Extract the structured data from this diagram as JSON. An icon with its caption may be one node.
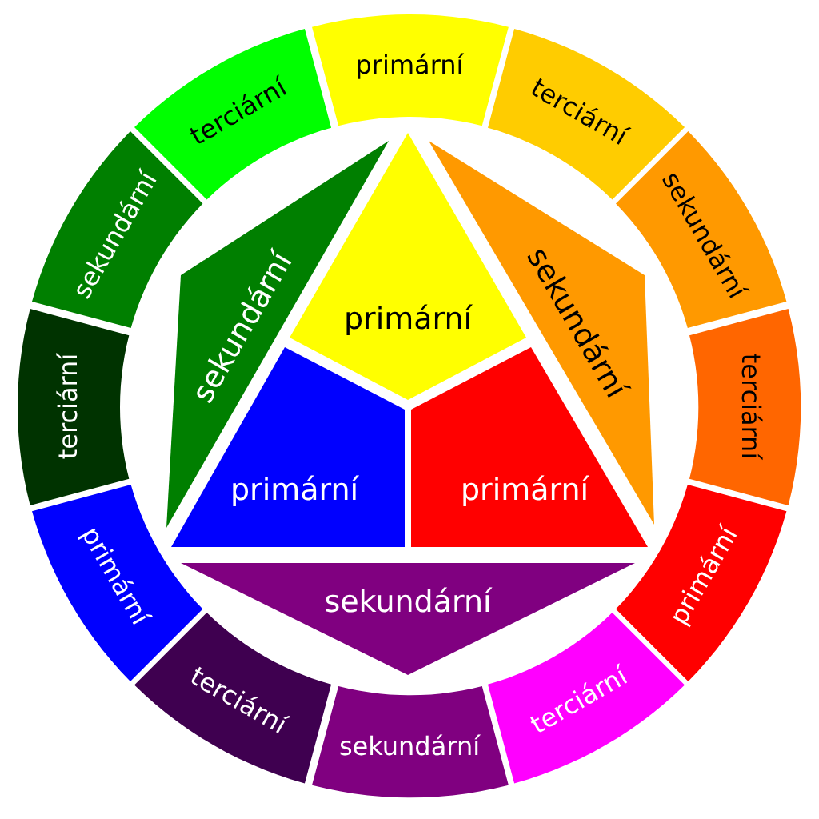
{
  "diagram": {
    "nodes": [
      {
        "text": [
          "primární"
        ]
      },
      {
        "text": [
          "terciární"
        ]
      },
      {
        "text": [
          "sekundární"
        ]
      },
      {
        "text": [
          "terciární"
        ]
      },
      {
        "text": [
          "primární"
        ]
      },
      {
        "text": [
          "terciární"
        ]
      },
      {
        "text": [
          "sekundární"
        ]
      },
      {
        "text": [
          "terciární"
        ]
      },
      {
        "text": [
          "primární"
        ]
      },
      {
        "text": [
          "terciární"
        ]
      },
      {
        "text": [
          "sekundární"
        ]
      },
      {
        "text": [
          "terciární"
        ]
      },
      {
        "text": [
          "sekundární"
        ]
      },
      {
        "text": [
          "primární"
        ]
      },
      {
        "text": [
          "sekundární"
        ]
      },
      {
        "text": [
          "primární"
        ]
      },
      {
        "text": [
          "primární"
        ]
      },
      {
        "text": [
          "sekundární"
        ]
      }
    ]
  }
}
